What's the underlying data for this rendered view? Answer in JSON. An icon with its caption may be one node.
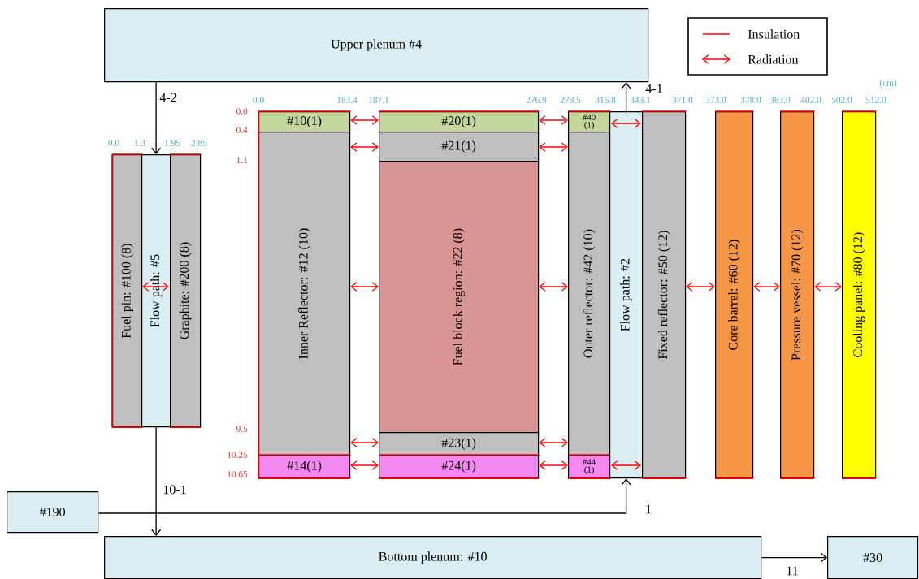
{
  "diagram": {
    "nodes": [
      {
        "text": [
          "Upper plenum #4"
        ]
      },
      {
        "text": [
          "Fuel pin: #100 (8)"
        ]
      },
      {
        "text": [
          "Flow path: #5"
        ]
      },
      {
        "text": [
          "Graphite: #200 (8)"
        ]
      },
      {
        "text": [
          "#10(1)"
        ]
      },
      {
        "text": [
          "Inner Reflector: #12 (10)"
        ]
      },
      {
        "text": [
          "#14(1)"
        ]
      },
      {
        "text": [
          "#20(1)"
        ]
      },
      {
        "text": [
          "#21(1)"
        ]
      },
      {
        "text": [
          "Fuel block region: #22 (8)"
        ]
      },
      {
        "text": [
          "#23(1)"
        ]
      },
      {
        "text": [
          "#24(1)"
        ]
      },
      {
        "text": [
          "#40 (1)"
        ]
      },
      {
        "text": [
          "Outer reflector: #42 (10)"
        ]
      },
      {
        "text": [
          "#44 (1)"
        ]
      },
      {
        "text": [
          "Flow path: #2"
        ]
      },
      {
        "text": [
          "Fixed reflector: #50 (12)"
        ]
      },
      {
        "text": [
          "Core barrel: #60 (12)"
        ]
      },
      {
        "text": [
          "Pressure vessel: #70 (12)"
        ]
      },
      {
        "text": [
          "Cooling panel: #80 (12)"
        ]
      },
      {
        "text": [
          "#190"
        ]
      },
      {
        "text": [
          "Bottom plenum: #10"
        ]
      },
      {
        "text": [
          "#30"
        ]
      }
    ],
    "edges": [
      {
        "from": 0,
        "to": 2,
        "arrow": "to",
        "label": "4-2",
        "color": "#000000"
      },
      {
        "from": 2,
        "to": 21,
        "arrow": "to",
        "label": "10-1",
        "color": "#000000"
      },
      {
        "from": 20,
        "to": 15,
        "arrow": "to",
        "label": "1",
        "color": "#000000"
      },
      {
        "from": 15,
        "to": 0,
        "arrow": "to",
        "label": "4-1",
        "color": "#000000"
      },
      {
        "from": 21,
        "to": 22,
        "arrow": "to",
        "label": "11",
        "color": "#000000"
      },
      {
        "from": 4,
        "to": 7,
        "arrow": "both",
        "color": "#ff0000"
      },
      {
        "from": 5,
        "to": 8,
        "arrow": "both",
        "color": "#ff0000"
      },
      {
        "from": 5,
        "to": 9,
        "arrow": "both",
        "color": "#ff0000"
      },
      {
        "from": 5,
        "to": 10,
        "arrow": "both",
        "color": "#ff0000"
      },
      {
        "from": 6,
        "to": 11,
        "arrow": "both",
        "color": "#ff0000"
      },
      {
        "from": 7,
        "to": 12,
        "arrow": "both",
        "color": "#ff0000"
      },
      {
        "from": 8,
        "to": 13,
        "arrow": "both",
        "color": "#ff0000"
      },
      {
        "from": 9,
        "to": 13,
        "arrow": "both",
        "color": "#ff0000"
      },
      {
        "from": 10,
        "to": 13,
        "arrow": "both",
        "color": "#ff0000"
      },
      {
        "from": 11,
        "to": 14,
        "arrow": "both",
        "color": "#ff0000"
      },
      {
        "from": 16,
        "to": 17,
        "arrow": "both",
        "color": "#ff0000"
      },
      {
        "from": 17,
        "to": 18,
        "arrow": "both",
        "color": "#ff0000"
      },
      {
        "from": 18,
        "to": 19,
        "arrow": "both",
        "color": "#ff0000"
      }
    ],
    "labels": [
      "(cm)",
      "0.0",
      "183.4",
      "187.1",
      "276.9",
      "279.5",
      "316.8",
      "343.1",
      "371.0",
      "373.0",
      "378.0",
      "383.0",
      "402.0",
      "502.0",
      "512.0",
      "0.0",
      "0.4",
      "0.0",
      "1.3",
      "1.95",
      "2.85",
      "1.1",
      "9.5",
      "10.25",
      "10.65"
    ],
    "legend": [
      {
        "text": "Insulation"
      },
      {
        "text": "Radiation"
      }
    ]
  }
}
